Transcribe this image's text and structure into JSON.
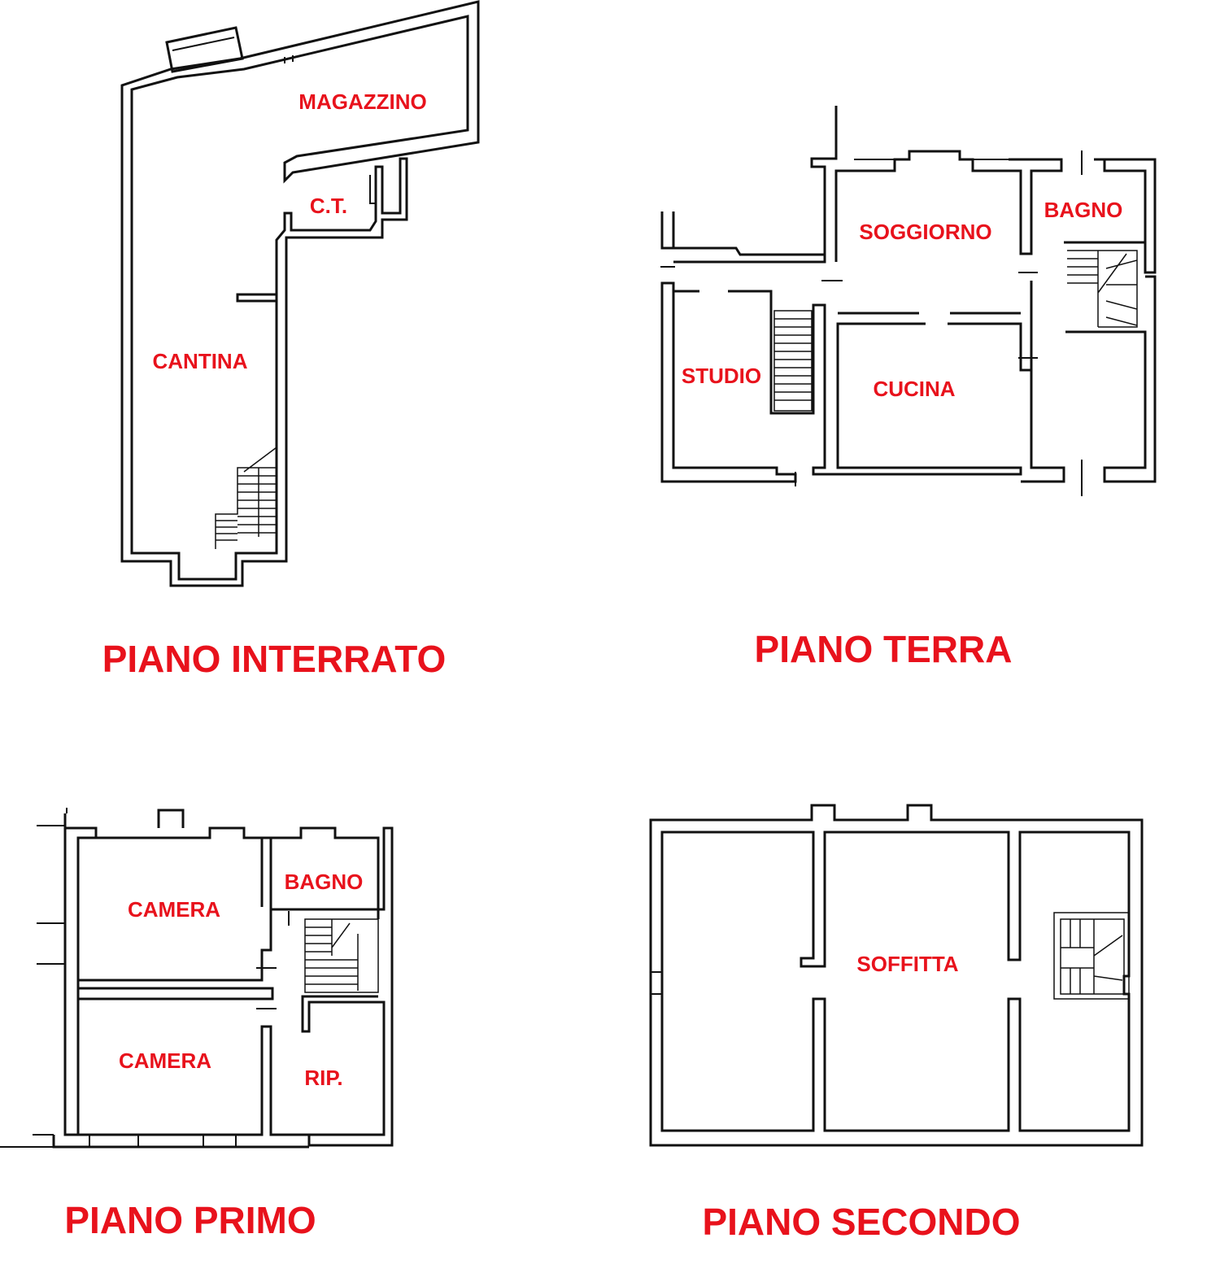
{
  "plans": {
    "interrato": {
      "title": "PIANO INTERRATO",
      "rooms": {
        "magazzino": "MAGAZZINO",
        "ct": "C.T.",
        "cantina": "CANTINA"
      }
    },
    "terra": {
      "title": "PIANO TERRA",
      "rooms": {
        "soggiorno": "SOGGIORNO",
        "bagno": "BAGNO",
        "studio": "STUDIO",
        "cucina": "CUCINA"
      }
    },
    "primo": {
      "title": "PIANO PRIMO",
      "rooms": {
        "camera1": "CAMERA",
        "bagno": "BAGNO",
        "camera2": "CAMERA",
        "rip": "RIP."
      }
    },
    "secondo": {
      "title": "PIANO SECONDO",
      "rooms": {
        "soffitta": "SOFFITTA"
      }
    }
  },
  "colors": {
    "label": "#e8121c",
    "wall": "#111111"
  }
}
